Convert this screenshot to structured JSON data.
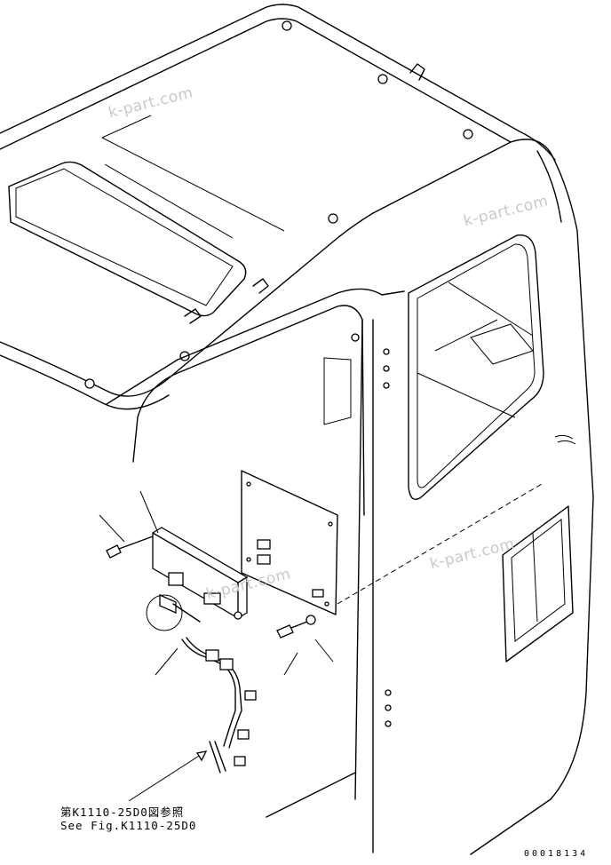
{
  "drawing": {
    "subject": "cab"
  },
  "watermarks": [
    "k-part.com",
    "k-part.com",
    "k-part.com",
    "k-part.com"
  ],
  "reference_note": {
    "line_jp": "第K1110-25D0図参照",
    "line_en": "See Fig.K1110-25D0"
  },
  "drawing_code": "00018134"
}
